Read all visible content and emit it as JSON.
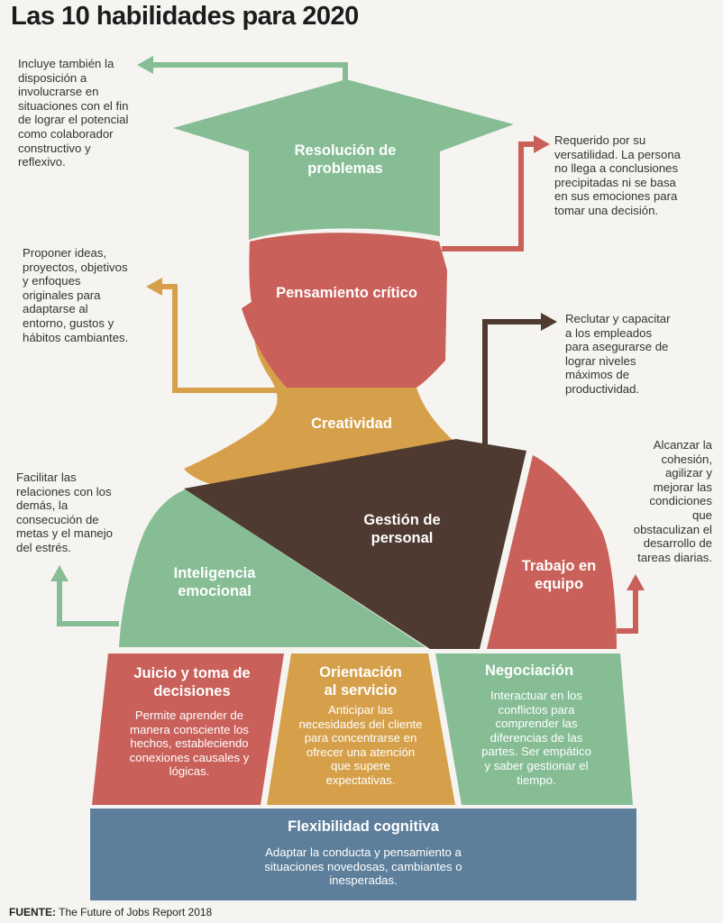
{
  "title": "Las 10 habilidades para 2020",
  "colors": {
    "green": "#86bd95",
    "red": "#c9605a",
    "mustard": "#d6a04a",
    "brown": "#4e3a30",
    "blue": "#5d7f9b",
    "background": "#f6f4f1"
  },
  "skills": {
    "resolucion": {
      "label": "Resolución de\nproblemas",
      "note": "Incluye también la\ndisposición a\ninvolucrarse en\nsituaciones con el fin\nde lograr el potencial\ncomo colaborador\nconstructivo y\nreflexivo."
    },
    "pensamiento": {
      "label": "Pensamiento crítico",
      "note": "Requerido por su\nversatilidad. La persona\nno llega a conclusiones\nprecipitadas ni se basa\nen sus emociones para\ntomar una decisión."
    },
    "creatividad": {
      "label": "Creatividad",
      "note": "Proponer ideas,\nproyectos, objetivos\ny enfoques\noriginales para\nadaptarse al\nentorno, gustos y\nhábitos cambiantes."
    },
    "gestion": {
      "label": "Gestión de\npersonal",
      "note": "Reclutar y capacitar\na los empleados\npara asegurarse de\nlograr niveles\nmáximos de\nproductividad."
    },
    "inteligencia": {
      "label": "Inteligencia\nemocional",
      "note": "Facilitar las\nrelaciones con los\ndemás, la\nconsecución de\nmetas y el manejo\ndel estrés."
    },
    "trabajo": {
      "label": "Trabajo en\nequipo",
      "note": "Alcanzar la\ncohesión,\nagilizar y\nmejorar las\ncondiciones\nque\nobstaculizan el\ndesarrollo de\ntareas diarias."
    },
    "juicio": {
      "label": "Juicio y toma de\ndecisiones",
      "desc": "Permite aprender de\nmanera consciente los\nhechos, estableciendo\nconexiones causales y\nlógicas."
    },
    "orientacion": {
      "label": "Orientación\nal servicio",
      "desc": "Anticipar las\nnecesidades del cliente\npara concentrarse en\nofrecer una atención\nque supere\nexpectativas."
    },
    "negociacion": {
      "label": "Negociación",
      "desc": "Interactuar en los\nconflictos para\ncomprender las\ndiferencias de las\npartes. Ser empático\ny saber gestionar el\ntiempo."
    },
    "flexibilidad": {
      "label": "Flexibilidad cognitiva",
      "desc": "Adaptar la conducta y pensamiento a\nsituaciones novedosas, cambiantes o\ninesperadas."
    }
  },
  "source": {
    "label": "FUENTE:",
    "text": " The Future of Jobs Report 2018"
  }
}
